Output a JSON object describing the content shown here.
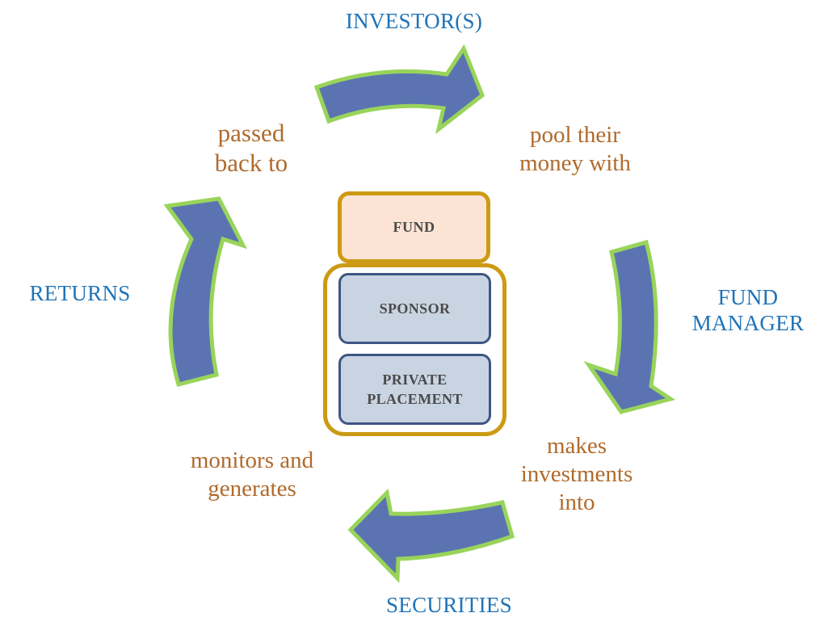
{
  "entities": {
    "investors": "INVESTOR(S)",
    "fund_manager_line1": "FUND",
    "fund_manager_line2": "MANAGER",
    "securities": "SECURITIES",
    "returns": "RETURNS"
  },
  "actions": {
    "pool_line1": "pool their",
    "pool_line2": "money with",
    "invest_line1": "makes",
    "invest_line2": "investments",
    "invest_line3": "into",
    "monitor_line1": "monitors and",
    "monitor_line2": "generates",
    "passed_line1": "passed",
    "passed_line2": "back to"
  },
  "center": {
    "fund": "FUND",
    "sponsor": "SPONSOR",
    "placement_line1": "PRIVATE",
    "placement_line2": "PLACEMENT"
  },
  "colors": {
    "entity_text": "#1f73b7",
    "action_text": "#b06a2c",
    "arrow_fill": "#5b74b1",
    "arrow_outline": "#99d45a",
    "fund_fill": "#fbe4d3",
    "gold_border": "#cc9a14",
    "inner_fill": "#c9d4e2",
    "inner_border": "#3e5584"
  }
}
